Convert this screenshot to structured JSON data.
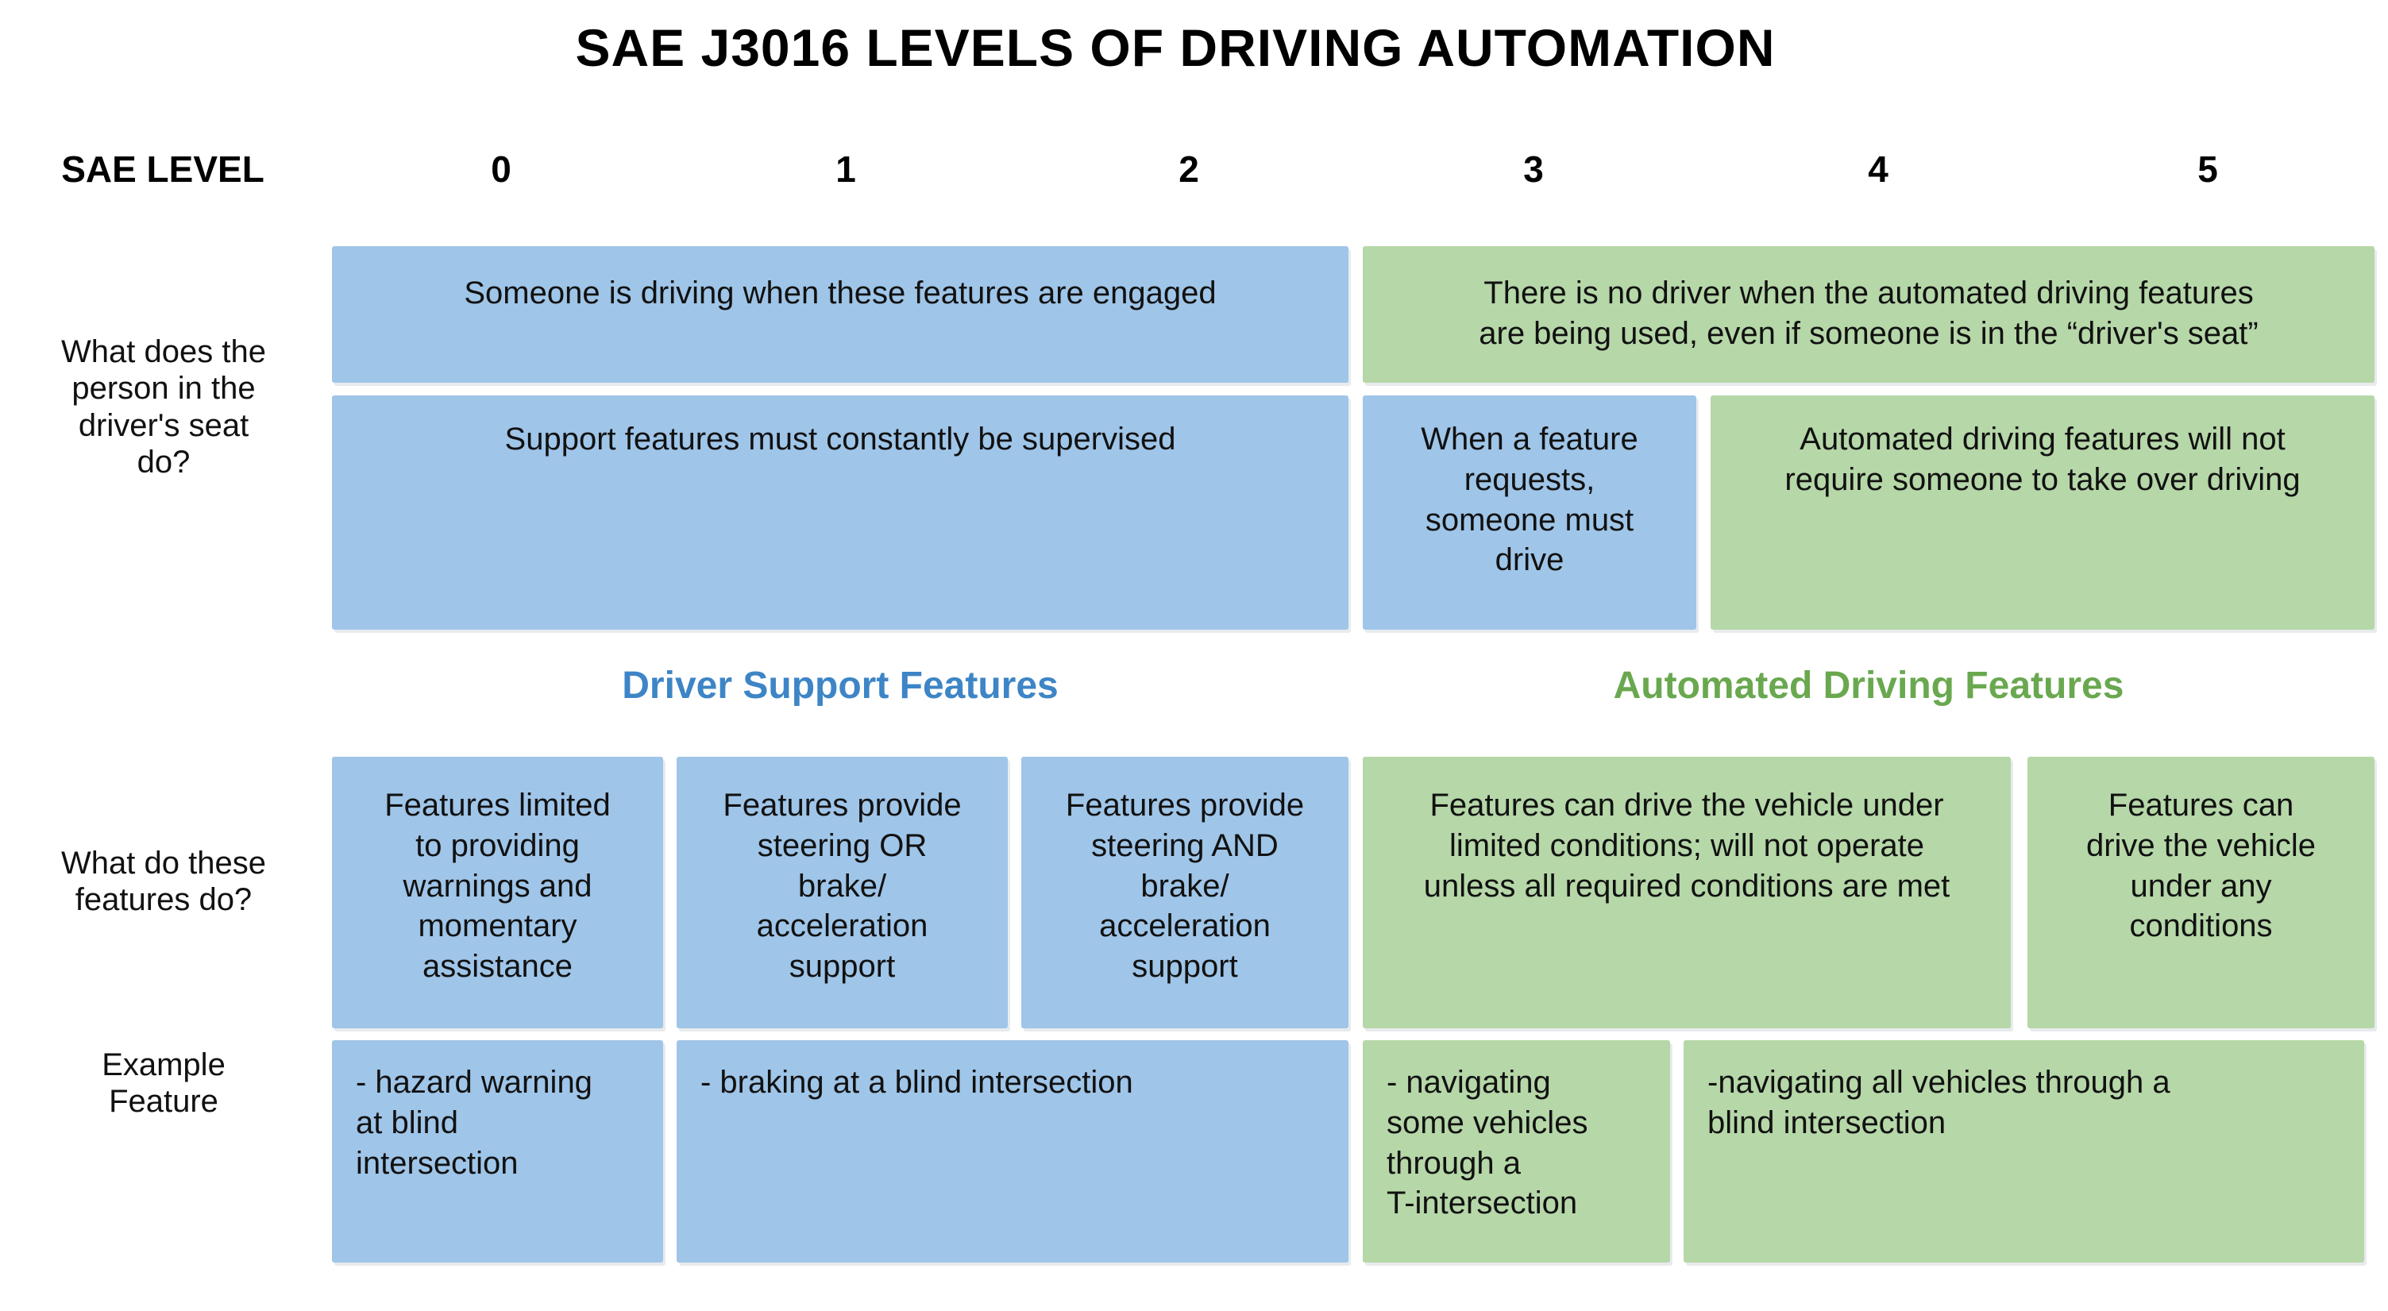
{
  "title": "SAE J3016 LEVELS OF DRIVING AUTOMATION",
  "colors": {
    "blue": "#9fc5e8",
    "green": "#b6d7a8",
    "blue_label": "#3d85c6",
    "green_label": "#6aa84f"
  },
  "header": {
    "label": "SAE LEVEL",
    "levels": [
      "0",
      "1",
      "2",
      "3",
      "4",
      "5"
    ]
  },
  "row_labels": {
    "driver": "What does the\nperson in the\ndriver's seat\ndo?",
    "features": "What do these\nfeatures do?",
    "example": "Example\nFeature"
  },
  "group_labels": {
    "support": "Driver Support Features",
    "automated": "Automated Driving Features"
  },
  "cells": {
    "driver_row": {
      "someone_driving": "Someone is driving when these features are engaged",
      "no_driver": "There is no driver when the automated driving features\nare being used, even if someone is in the “driver's seat”",
      "support_supervised": "Support features must constantly be supervised",
      "feature_requests": "When a feature\nrequests,\nsomeone must\ndrive",
      "no_takeover": "Automated driving features will not\nrequire someone to take over driving"
    },
    "features_row": {
      "level0": "Features limited\nto providing\nwarnings and\nmomentary\nassistance",
      "level1": "Features provide\nsteering OR\nbrake/\nacceleration\nsupport",
      "level2": "Features provide\nsteering AND\nbrake/\nacceleration\nsupport",
      "level34": "Features can drive the vehicle under\nlimited conditions; will not operate\nunless all required conditions are met",
      "level5": "Features can\ndrive the vehicle\nunder any\nconditions"
    },
    "example_row": {
      "level0": "- hazard warning\nat blind\nintersection",
      "level12": "- braking at a blind intersection",
      "level3": "- navigating\nsome vehicles\nthrough a\nT-intersection",
      "level45": "-navigating all vehicles through a\nblind intersection"
    }
  }
}
